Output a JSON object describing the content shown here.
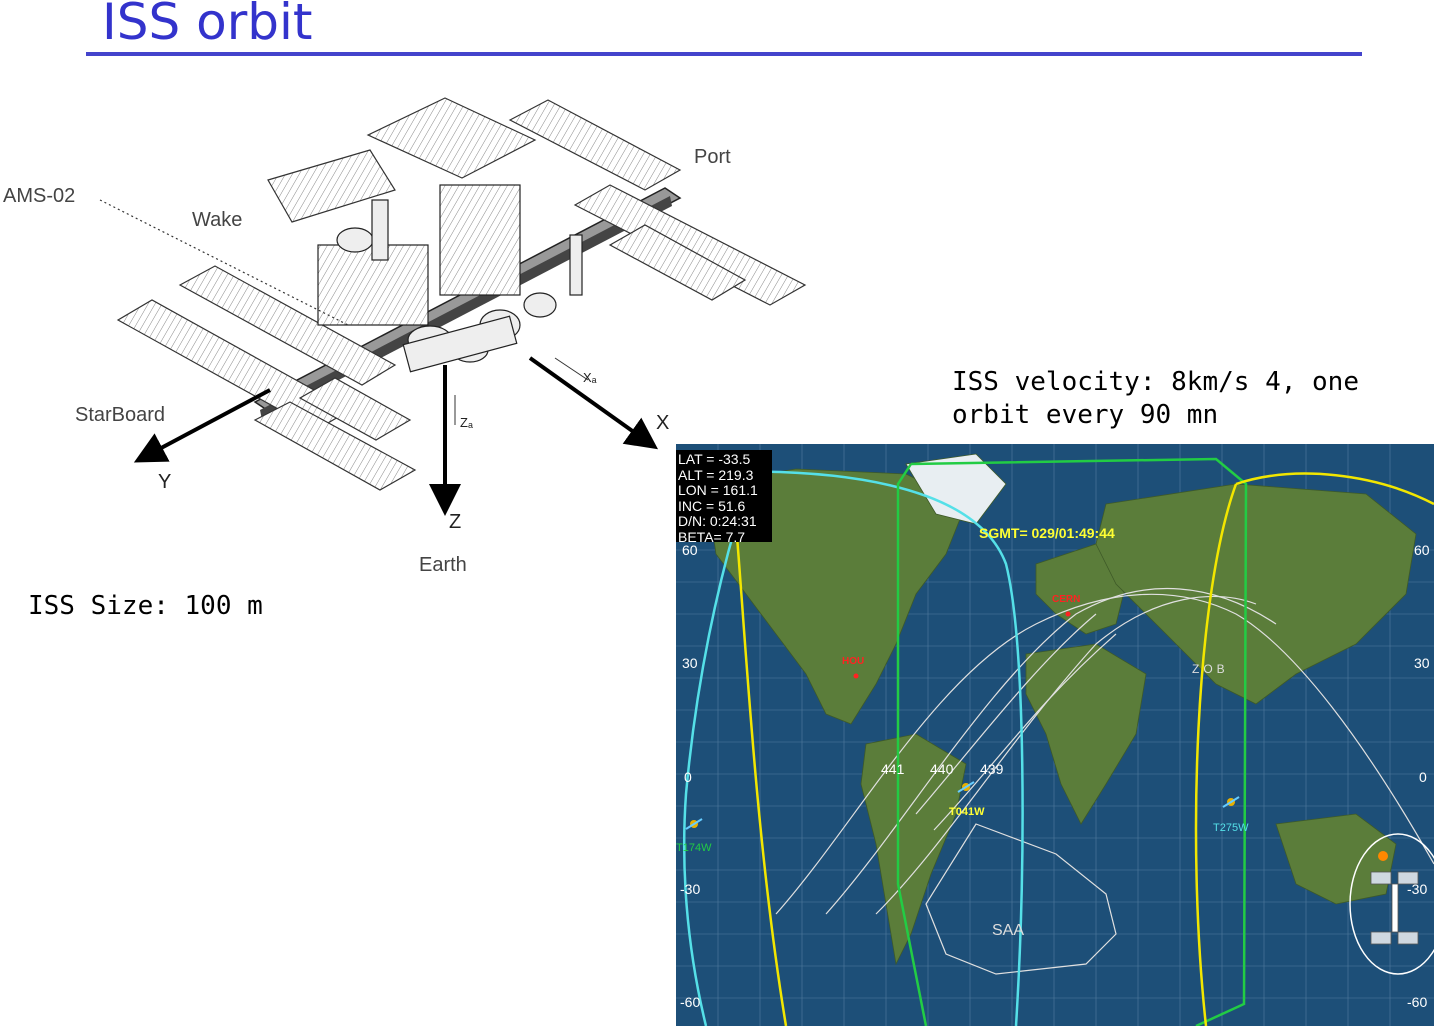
{
  "slide": {
    "title": "ISS orbit",
    "iss_size": "ISS Size: 100 m",
    "velocity_line1": "ISS velocity: 8km/s 4, one",
    "velocity_line2": "orbit every 90 mn"
  },
  "diagram": {
    "labels": {
      "ams": "AMS-02",
      "wake": "Wake",
      "port": "Port",
      "starboard": "StarBoard",
      "earth": "Earth"
    },
    "axes": {
      "x": "X",
      "y": "Y",
      "z": "Z",
      "xa": "Xₐ",
      "za": "Zₐ"
    }
  },
  "map": {
    "telemetry": [
      "LAT = -33.5",
      "ALT = 219.3",
      "LON = 161.1",
      "INC = 51.6",
      "D/N: 0:24:31",
      "BETA= 7.7"
    ],
    "sgmt": "SGMT= 029/01:49:44",
    "lat_ticks_left": [
      "60",
      "30",
      "0",
      "-30",
      "-60"
    ],
    "lat_ticks_right": [
      "60",
      "30",
      "0",
      "-30",
      "-60"
    ],
    "sites": {
      "cern": "CERN",
      "hou": "HOU",
      "zob": "ZOB",
      "saa": "SAA"
    },
    "orbit_numbers": [
      "441",
      "440",
      "439"
    ],
    "satellites": {
      "t041w": "T041W",
      "t275w": "T275W",
      "t174w": "T174W"
    },
    "colors": {
      "ocean": "#1d4f78",
      "land": "#5b7d3a",
      "cyan_track": "#55e0e8",
      "green_track": "#22cc44",
      "yellow_track": "#f2e600",
      "orbit_line": "#e0e0e0"
    }
  }
}
